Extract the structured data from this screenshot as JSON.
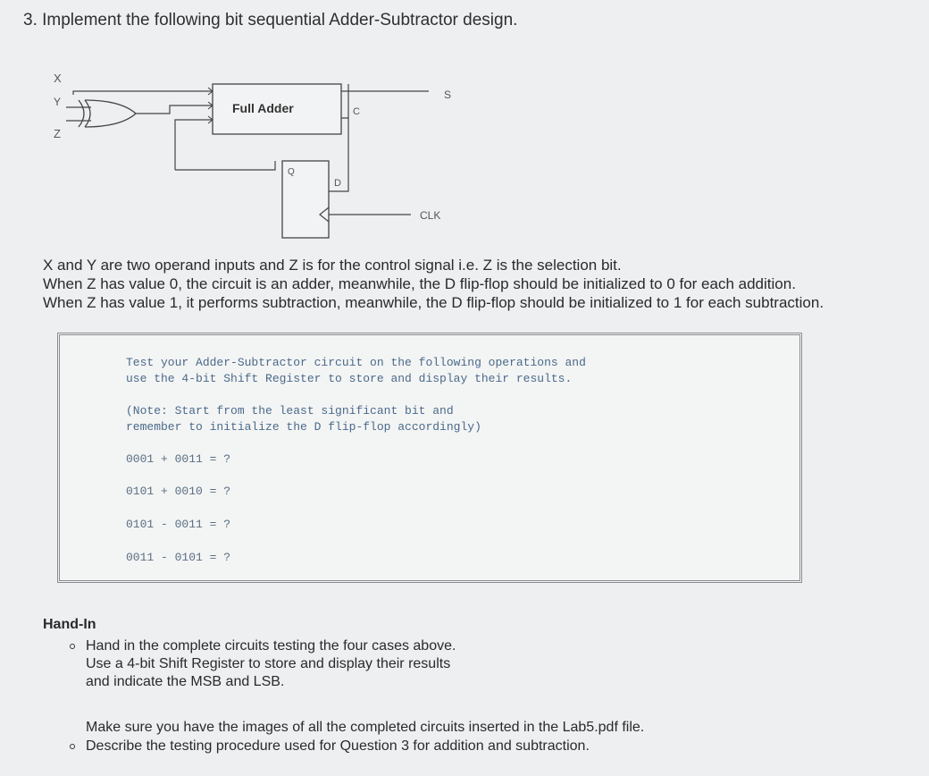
{
  "title": "3. Implement the following bit sequential Adder-Subtractor design.",
  "circuit": {
    "input_x": "X",
    "input_y": "Y",
    "input_z": "Z",
    "full_adder_label": "Full Adder",
    "carry_label": "C",
    "sum_label": "S",
    "q_label": "Q",
    "d_label": "D",
    "clk_label": "CLK"
  },
  "description": {
    "line1": "X and Y are two operand inputs and Z is for the control signal i.e. Z is the selection bit.",
    "line2": "When Z has value 0, the circuit is an adder, meanwhile, the D flip-flop should be initialized to 0 for each addition.",
    "line3": "When Z has value 1, it performs subtraction, meanwhile, the D flip-flop should be initialized to 1 for each subtraction."
  },
  "test_box": {
    "intro_line1": "Test your Adder-Subtractor circuit on the following operations and",
    "intro_line2": "use the 4-bit Shift Register to store and display their results.",
    "note_line1": "(Note:  Start from the least significant bit and",
    "note_line2": "remember to initialize the D flip-flop accordingly)",
    "operations": [
      "0001 + 0011 = ?",
      "0101 + 0010 = ?",
      "0101 - 0011 = ?",
      "0011 - 0101 = ?"
    ]
  },
  "handin": {
    "title": "Hand-In",
    "bullet1_line1": "Hand in the complete circuits testing the four cases above.",
    "bullet1_line2": "Use a 4-bit Shift Register to store and display their results",
    "bullet1_line3": "and indicate the MSB and LSB.",
    "note": "Make sure you have the images of all the completed circuits inserted in the Lab5.pdf file.",
    "bullet2": "Describe the testing procedure used for Question 3 for addition and subtraction."
  }
}
